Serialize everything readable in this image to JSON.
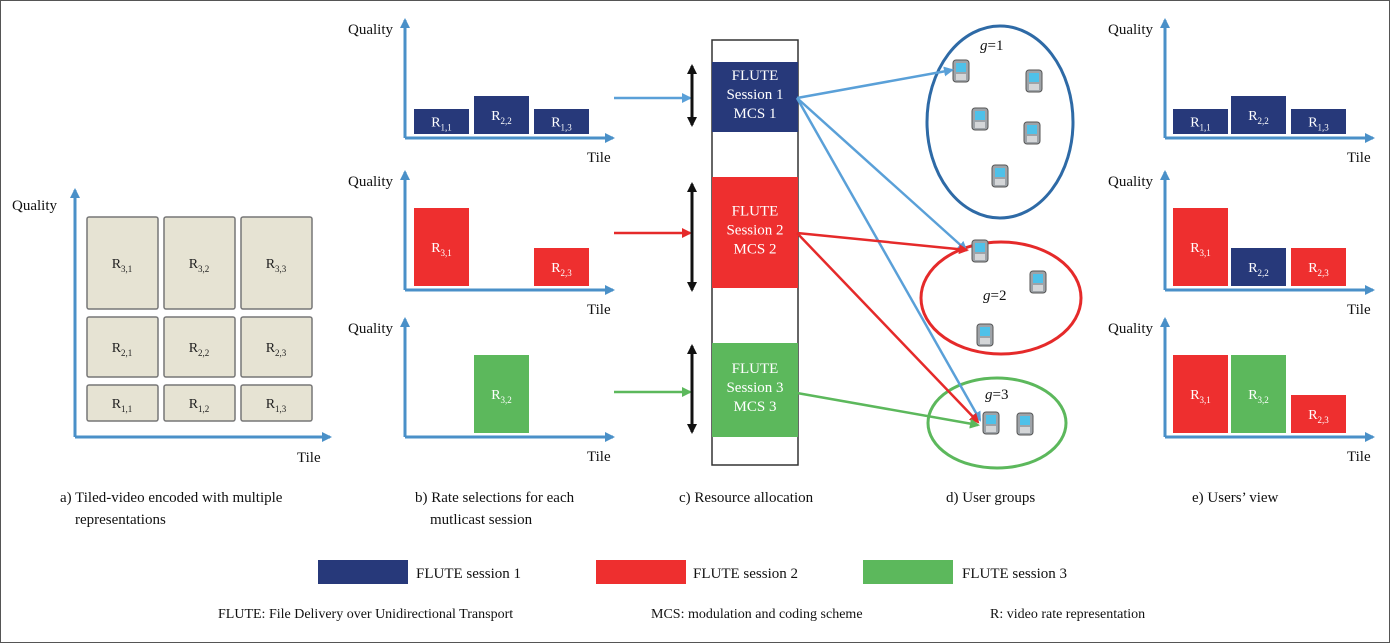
{
  "axes": {
    "quality": "Quality",
    "tile": "Tile"
  },
  "tiles": [
    {
      "rep": "R",
      "sub": "3,1"
    },
    {
      "rep": "R",
      "sub": "3,2"
    },
    {
      "rep": "R",
      "sub": "3,3"
    },
    {
      "rep": "R",
      "sub": "2,1"
    },
    {
      "rep": "R",
      "sub": "2,2"
    },
    {
      "rep": "R",
      "sub": "2,3"
    },
    {
      "rep": "R",
      "sub": "1,1"
    },
    {
      "rep": "R",
      "sub": "1,2"
    },
    {
      "rep": "R",
      "sub": "1,3"
    }
  ],
  "rate_selections": [
    {
      "session": 1,
      "bars": [
        {
          "tile": 1,
          "rep": "R",
          "sub": "1,1"
        },
        {
          "tile": 2,
          "rep": "R",
          "sub": "2,2"
        },
        {
          "tile": 3,
          "rep": "R",
          "sub": "1,3"
        }
      ]
    },
    {
      "session": 2,
      "bars": [
        {
          "tile": 1,
          "rep": "R",
          "sub": "3,1"
        },
        {
          "tile": 3,
          "rep": "R",
          "sub": "2,3"
        }
      ]
    },
    {
      "session": 3,
      "bars": [
        {
          "tile": 2,
          "rep": "R",
          "sub": "3,2"
        }
      ]
    }
  ],
  "sessions": [
    {
      "line1": "FLUTE",
      "line2": "Session 1",
      "line3": "MCS 1",
      "color": "#27397a"
    },
    {
      "line1": "FLUTE",
      "line2": "Session 2",
      "line3": "MCS 2",
      "color": "#ee2f2f"
    },
    {
      "line1": "FLUTE",
      "line2": "Session 3",
      "line3": "MCS 3",
      "color": "#5cb85c"
    }
  ],
  "groups": [
    {
      "var": "g",
      "value": "=1",
      "color": "#2e6aa6"
    },
    {
      "var": "g",
      "value": "=2",
      "color": "#e52a2a"
    },
    {
      "var": "g",
      "value": "=3",
      "color": "#5cb85c"
    }
  ],
  "users_view": [
    [
      {
        "session": 1,
        "rep": "R",
        "sub": "1,1"
      },
      {
        "session": 1,
        "rep": "R",
        "sub": "2,2"
      },
      {
        "session": 1,
        "rep": "R",
        "sub": "1,3"
      }
    ],
    [
      {
        "session": 2,
        "rep": "R",
        "sub": "3,1"
      },
      {
        "session": 1,
        "rep": "R",
        "sub": "2,2"
      },
      {
        "session": 2,
        "rep": "R",
        "sub": "2,3"
      }
    ],
    [
      {
        "session": 2,
        "rep": "R",
        "sub": "3,1"
      },
      {
        "session": 3,
        "rep": "R",
        "sub": "3,2"
      },
      {
        "session": 2,
        "rep": "R",
        "sub": "2,3"
      }
    ]
  ],
  "captions": {
    "a_line1": "a) Tiled-video encoded with multiple",
    "a_line2": "representations",
    "b_line1": "b) Rate selections for each",
    "b_line2": "mutlicast session",
    "c": "c) Resource allocation",
    "d": "d) User groups",
    "e": "e) Users’ view"
  },
  "legend": [
    {
      "label": "FLUTE session 1",
      "color": "#27397a"
    },
    {
      "label": "FLUTE session 2",
      "color": "#ee2f2f"
    },
    {
      "label": "FLUTE session 3",
      "color": "#5cb85c"
    }
  ],
  "footnotes": [
    "FLUTE: File Delivery over Unidirectional Transport",
    "MCS: modulation and coding scheme",
    "R: video rate representation"
  ],
  "colors": {
    "axis": "#4a90c8",
    "tile_fill": "#e6e3d3",
    "tile_stroke": "#777777",
    "frame": "#555555"
  }
}
